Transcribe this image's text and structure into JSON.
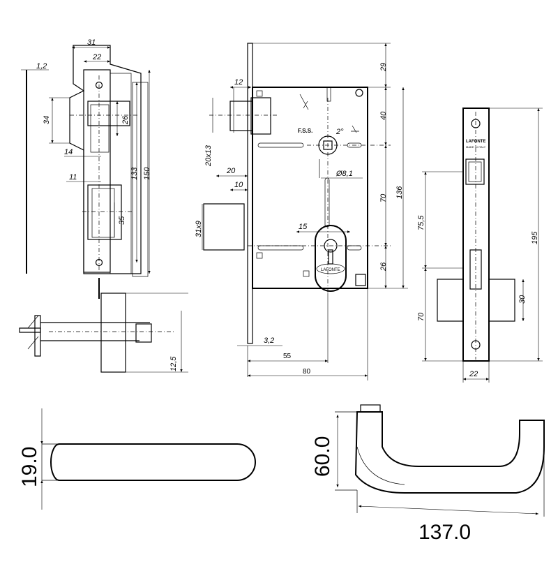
{
  "colors": {
    "line": "#000000",
    "background": "#ffffff"
  },
  "faceplate": {
    "dims": {
      "d31": "31",
      "d22": "22",
      "d1_2": "1,2",
      "d34": "34",
      "d26": "26",
      "d14": "14",
      "d133": "133",
      "d150": "150",
      "d11": "11",
      "d35": "35",
      "d12_5": "12,5"
    }
  },
  "lockbody": {
    "dims": {
      "d29": "29",
      "d12": "12",
      "d40": "40",
      "d2deg": "2°",
      "d20x13": "20x13",
      "d20": "20",
      "d8_1": "Ø8,1",
      "d10": "10",
      "d70": "70",
      "d136": "136",
      "d31x9": "31x9",
      "d15": "15",
      "d26": "26",
      "d3_2": "3,2",
      "d55": "55",
      "d80": "80"
    },
    "marks": {
      "fss": "F.S.S.",
      "brand": "LAFONTE"
    }
  },
  "strikeplate": {
    "dims": {
      "d195": "195",
      "d75_5": "75,5",
      "d70": "70",
      "d30": "30",
      "d22": "22"
    },
    "marks": {
      "brand": "LAFONTE",
      "made_in": "MADE IN ITALY"
    }
  },
  "rosette": {
    "dims": {
      "d19": "19.0"
    }
  },
  "handle": {
    "dims": {
      "d60": "60.0",
      "d137": "137.0"
    }
  }
}
